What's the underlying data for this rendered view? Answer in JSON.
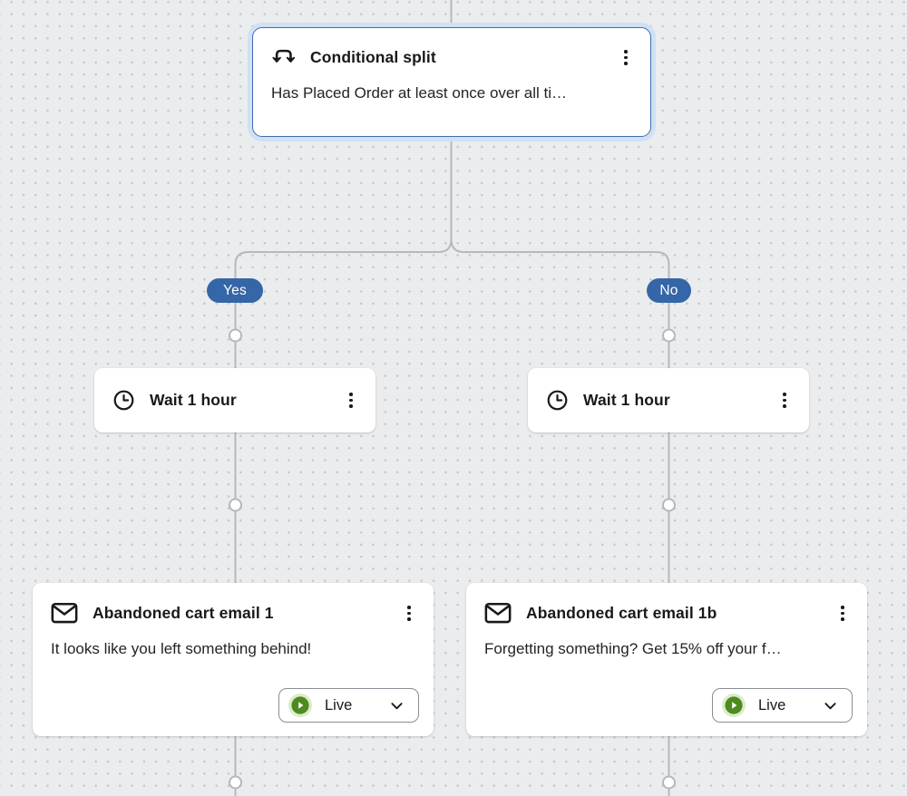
{
  "canvas": {
    "background": "#ebecee",
    "dot_color": "#c6c7cb",
    "wire_color": "#b5b8bc",
    "selection_border": "#3f6cae",
    "selection_halo": "#cfe1f3",
    "badge_blue": "#3566a7",
    "live_green": "#4e8a1f",
    "live_green_halo": "#dcecca"
  },
  "flow": {
    "conditional_split": {
      "title": "Conditional split",
      "subtitle": "Has Placed Order at least once over all ti…"
    },
    "branches": {
      "yes_label": "Yes",
      "no_label": "No"
    },
    "wait_left": {
      "title": "Wait 1 hour"
    },
    "wait_right": {
      "title": "Wait 1 hour"
    },
    "email_left": {
      "title": "Abandoned cart email 1",
      "subtitle": "It looks like you left something behind!",
      "status_label": "Live"
    },
    "email_right": {
      "title": "Abandoned cart email 1b",
      "subtitle": "Forgetting something? Get 15% off your f…",
      "status_label": "Live"
    }
  }
}
